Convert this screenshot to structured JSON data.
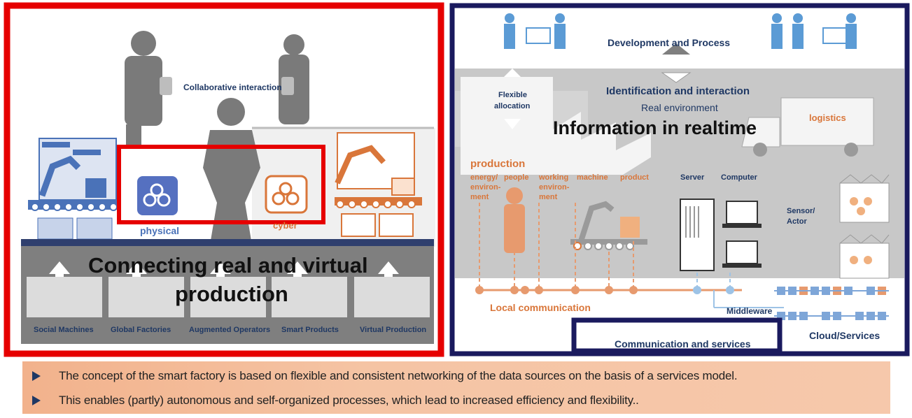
{
  "left_panel": {
    "collaborative_label": "Collaborative interaction",
    "physical_label": "physical",
    "cyber_label": "cyber",
    "headline_line1": "Connecting real and virtual",
    "headline_line2": "production",
    "bottom_items": [
      "Social Machines",
      "Global Factories",
      "Augmented Operators",
      "Smart Products",
      "Virtual Production"
    ]
  },
  "right_panel": {
    "dev_process": "Development and Process",
    "flexible_allocation": [
      "Flexible",
      "allocation"
    ],
    "identification": "Identification and interaction",
    "real_environment": "Real environment",
    "info_realtime": "Information in realtime",
    "logistics": "logistics",
    "production": "production",
    "energy": [
      "energy/",
      "environ-",
      "ment"
    ],
    "people": "people",
    "working_env": [
      "working",
      "environ-",
      "ment"
    ],
    "machine": "machine",
    "product": "product",
    "server": "Server",
    "computer": "Computer",
    "sensor_actor": [
      "Sensor/",
      "Actor"
    ],
    "local_comm": "Local communication",
    "middleware": "Middleware",
    "comm_services": "Communication and services",
    "cloud_services": "Cloud/Services"
  },
  "bullets": [
    "The concept of the smart factory is based on flexible and consistent networking of the data sources on the basis of a services model.",
    "This enables (partly) autonomous and self-organized processes, which lead to increased efficiency and flexibility.."
  ],
  "colors": {
    "red": "#e60000",
    "navy": "#1a1a5e",
    "orange": "#d9763a",
    "blue": "#4a72b8"
  }
}
